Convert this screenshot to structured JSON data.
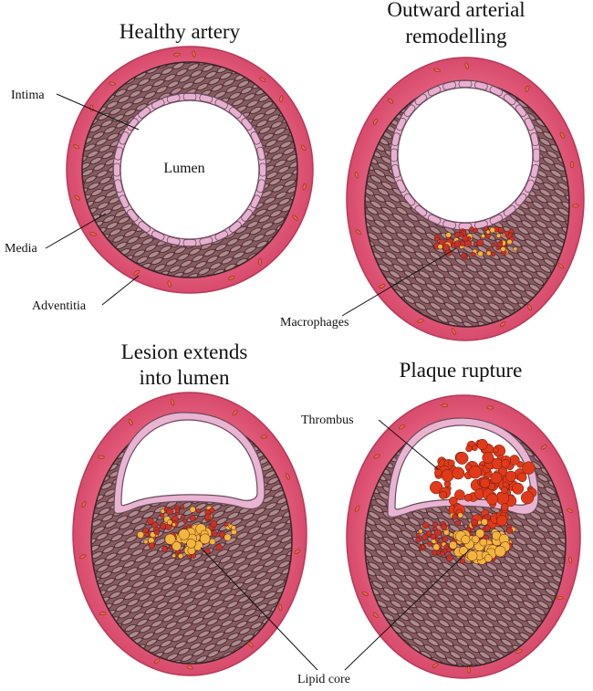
{
  "panels": {
    "healthy": {
      "title": "Healthy artery"
    },
    "outward": {
      "title_line1": "Outward arterial",
      "title_line2": "remodelling"
    },
    "lesion": {
      "title_line1": "Lesion extends",
      "title_line2": "into lumen"
    },
    "rupture": {
      "title": "Plaque rupture"
    }
  },
  "labels": {
    "intima": "Intima",
    "lumen": "Lumen",
    "media": "Media",
    "adventitia": "Adventitia",
    "macrophages": "Macrophages",
    "thrombus": "Thrombus",
    "lipid_core": "Lipid core"
  },
  "colors": {
    "adventitia": "#e05a7a",
    "media": "#7a4a52",
    "intima_cells": "#e8b0d0",
    "lumen": "#ffffff",
    "macrophage_red": "#c8322a",
    "lipid_yellow": "#f2b640",
    "thrombus_red": "#e03a1a"
  }
}
